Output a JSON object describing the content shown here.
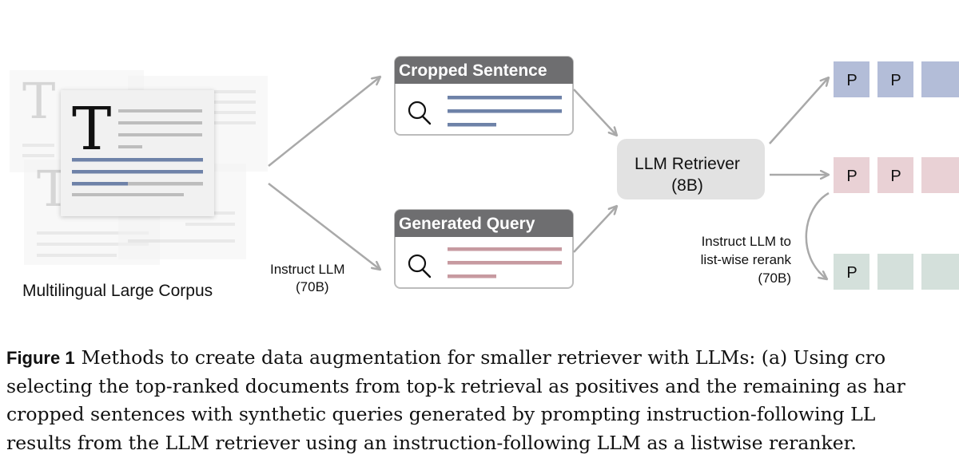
{
  "figure": {
    "corpus_doc_glyph": "T",
    "corpus_label": "Multilingual Large Corpus",
    "instruct_llm_left": [
      "Instruct LLM",
      "(70B)"
    ],
    "cropped_sentence_title": "Cropped Sentence",
    "generated_query_title": "Generated Query",
    "retriever_label": [
      "LLM Retriever",
      "(8B)"
    ],
    "rerank_label": [
      "Instruct LLM to",
      "list-wise rerank",
      "(70B)"
    ],
    "passage_glyph": "P",
    "colors": {
      "doc_blue": "#6e82a8",
      "query_pink": "#c79aa0",
      "header_gray": "#6e6e70",
      "retriever_gray": "#e2e2e2",
      "arrow_gray": "#a9a9a9",
      "p_blue": "#b3bdd8",
      "p_pink": "#e9d1d5",
      "p_green": "#d4e0db"
    },
    "icons": [
      "search-icon",
      "document-icon",
      "arrow-icon"
    ]
  },
  "caption": {
    "label": "Figure 1",
    "lines": [
      "Methods to create data augmentation for smaller retriever with LLMs: (a) Using cro",
      "selecting the top-ranked documents from top-k retrieval as positives and the remaining as har",
      "cropped sentences with synthetic queries generated by prompting instruction-following LL",
      "results from the LLM retriever using an instruction-following LLM as a listwise reranker."
    ]
  }
}
